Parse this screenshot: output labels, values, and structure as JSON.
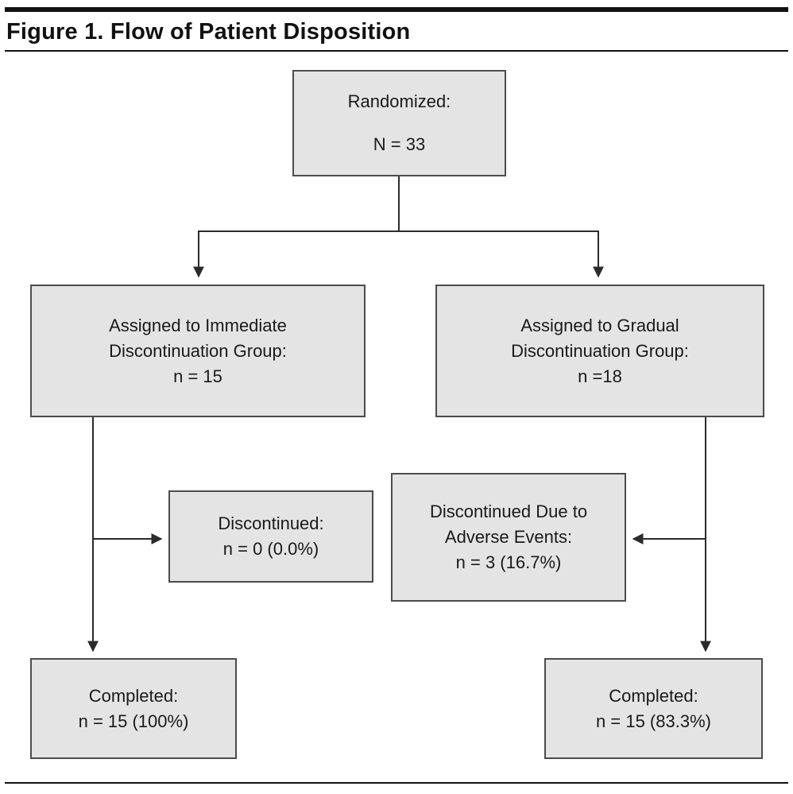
{
  "figure": {
    "title": "Figure 1. Flow of Patient Disposition"
  },
  "nodes": {
    "randomized": {
      "lines": [
        "Randomized:",
        "N = 33"
      ]
    },
    "immediate_group": {
      "lines": [
        "Assigned to Immediate",
        "Discontinuation Group:",
        "n = 15"
      ]
    },
    "gradual_group": {
      "lines": [
        "Assigned to Gradual",
        "Discontinuation Group:",
        "n =18"
      ]
    },
    "discontinued_immediate": {
      "lines": [
        "Discontinued:",
        "n = 0 (0.0%)"
      ]
    },
    "discontinued_gradual": {
      "lines": [
        "Discontinued Due to",
        "Adverse Events:",
        "n = 3 (16.7%)"
      ]
    },
    "completed_immediate": {
      "lines": [
        "Completed:",
        "n = 15 (100%)"
      ]
    },
    "completed_gradual": {
      "lines": [
        "Completed:",
        "n = 15 (83.3%)"
      ]
    }
  },
  "colors": {
    "box_fill": "#e4e4e4",
    "box_border": "#4c4c4c",
    "connector": "#2b2b2b",
    "rule": "#111111",
    "text": "#1a1a1a"
  }
}
